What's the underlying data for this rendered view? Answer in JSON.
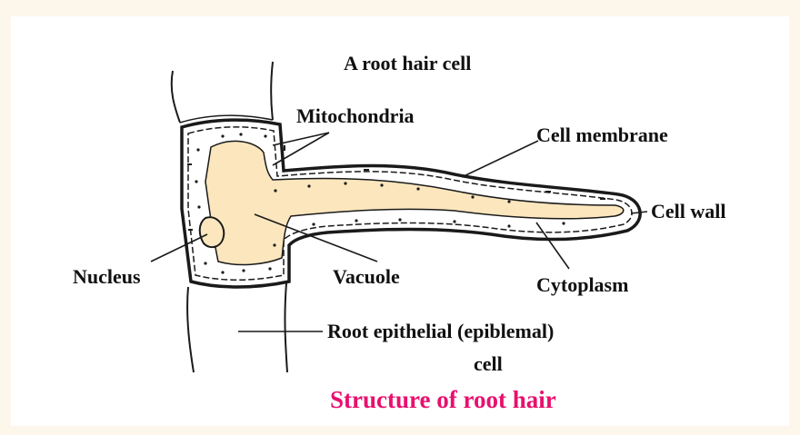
{
  "diagram": {
    "header": "A root hair cell",
    "labels": {
      "mitochondria": "Mitochondria",
      "cell_membrane": "Cell membrane",
      "cell_wall": "Cell wall",
      "nucleus": "Nucleus",
      "vacuole": "Vacuole",
      "cytoplasm": "Cytoplasm",
      "epidermal_line1": "Root epithelial (epiblemal)",
      "epidermal_line2": "cell"
    },
    "caption": "Structure of root hair",
    "colors": {
      "background": "#fdf6ea",
      "vacuole": "#fbe6bd",
      "caption": "#e8106e",
      "outline": "#1a1a1a"
    }
  }
}
